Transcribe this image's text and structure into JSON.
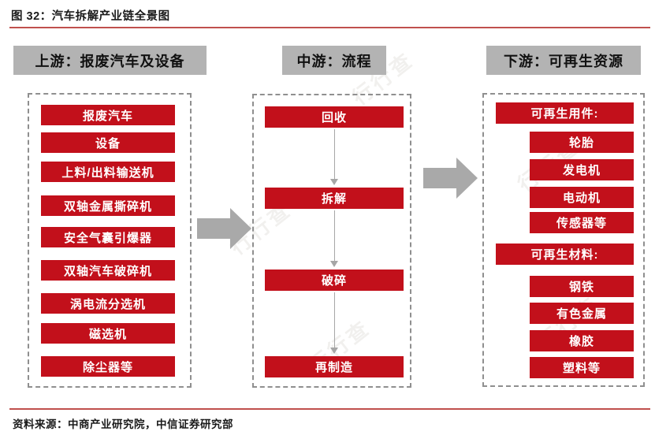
{
  "figure": {
    "title": "图 32：汽车拆解产业链全景图",
    "source": "资料来源：中商产业研究院，中信证券研究部"
  },
  "watermark": {
    "text": "行行查"
  },
  "colors": {
    "box_red": "#C2101B",
    "header_gray": "#B3B3B3",
    "accent_rule_red": "#C0504D",
    "dashed_border_gray": "#8F8F8F",
    "block_arrow_gray": "#A9A9A9",
    "flow_arrow_gray": "#A6A6A6"
  },
  "columns": {
    "upstream": {
      "header": "上游：报废汽车及设备",
      "items": [
        "报废汽车",
        "设备",
        "上料/出料输送机",
        "双轴金属撕碎机",
        "安全气囊引爆器",
        "双轴汽车破碎机",
        "涡电流分选机",
        "磁选机",
        "除尘器等"
      ]
    },
    "midstream": {
      "header": "中游：流程",
      "steps": [
        "回收",
        "拆解",
        "破碎",
        "再制造"
      ]
    },
    "downstream": {
      "header": "下游：可再生资源",
      "groups": [
        {
          "label": "可再生用件:",
          "items": [
            "轮胎",
            "发电机",
            "电动机",
            "传感器等"
          ]
        },
        {
          "label": "可再生材料:",
          "items": [
            "钢铁",
            "有色金属",
            "橡胶",
            "塑料等"
          ]
        }
      ]
    }
  }
}
